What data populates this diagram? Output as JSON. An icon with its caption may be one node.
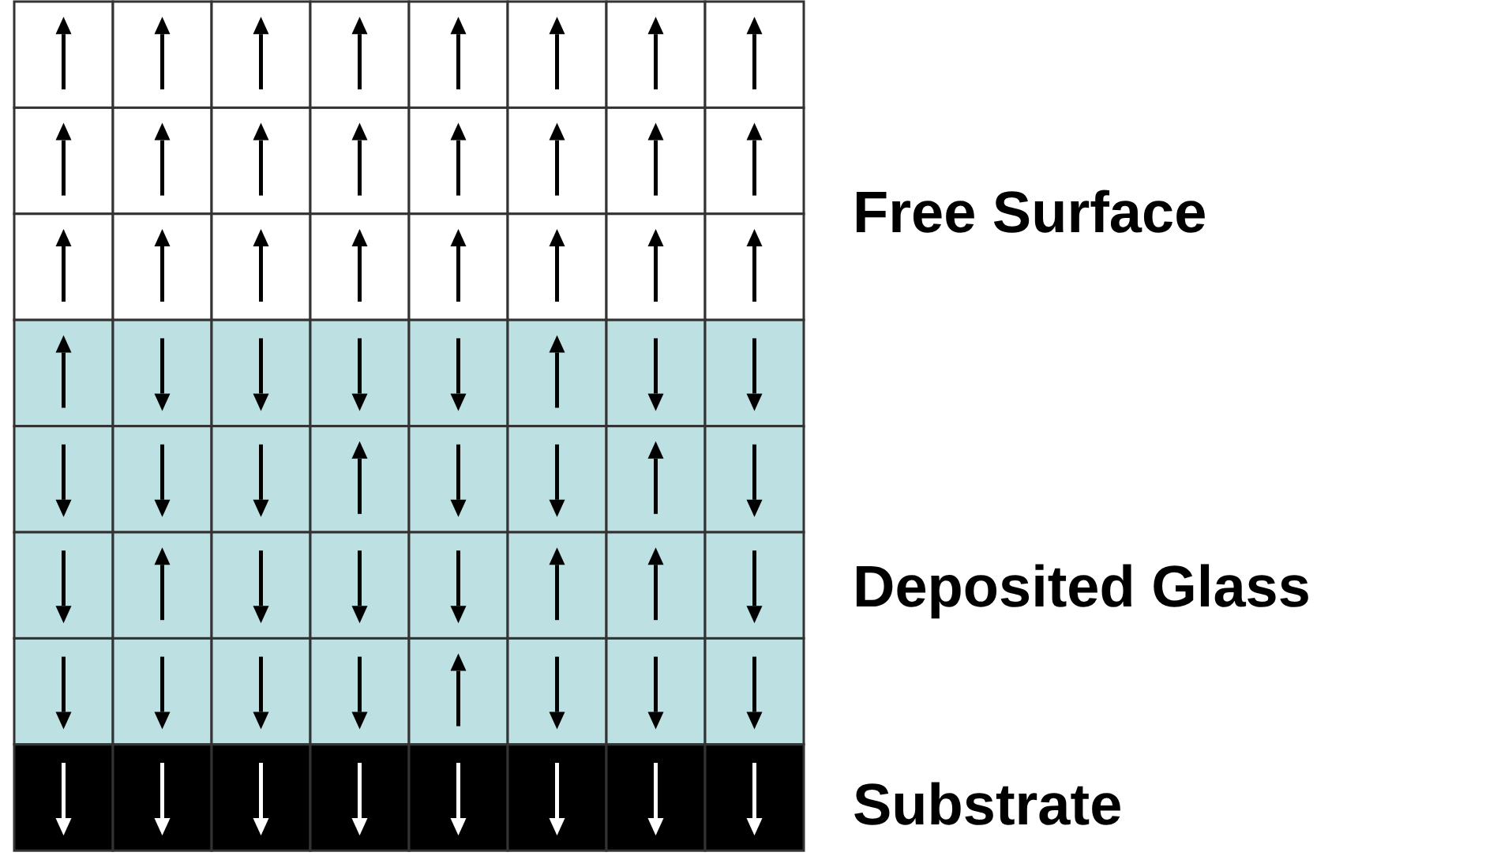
{
  "diagram": {
    "labels": [
      "Free Surface",
      "Deposited Glass",
      "Substrate"
    ]
  }
}
